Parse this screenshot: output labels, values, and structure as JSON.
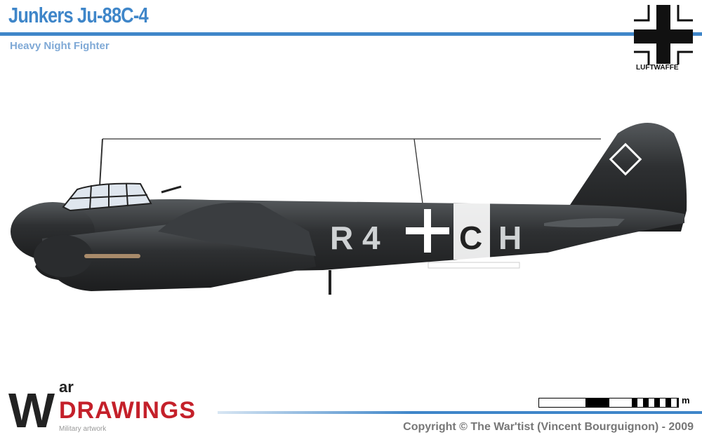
{
  "header": {
    "title": "Junkers Ju-88C-4",
    "subtitle": "Heavy Night Fighter"
  },
  "insignia": {
    "label": "LUFTWAFFE",
    "icon": "balkenkreuz-icon"
  },
  "aircraft": {
    "code_left": "R 4",
    "code_right_1": "C",
    "code_right_2": "H",
    "colors": {
      "body": "#2a2c2e",
      "markings": "#cfd2d4",
      "highlight": "#ffffff"
    }
  },
  "logo": {
    "letter": "W",
    "small": "ar",
    "brand": "DRAWINGS",
    "tagline": "Military artwork"
  },
  "scale": {
    "unit": "m"
  },
  "footer": {
    "copyright": "Copyright © The War'tist (Vincent Bourguignon) - 2009"
  },
  "colors": {
    "accent": "#3f86c9",
    "brand_red": "#c4202a"
  }
}
